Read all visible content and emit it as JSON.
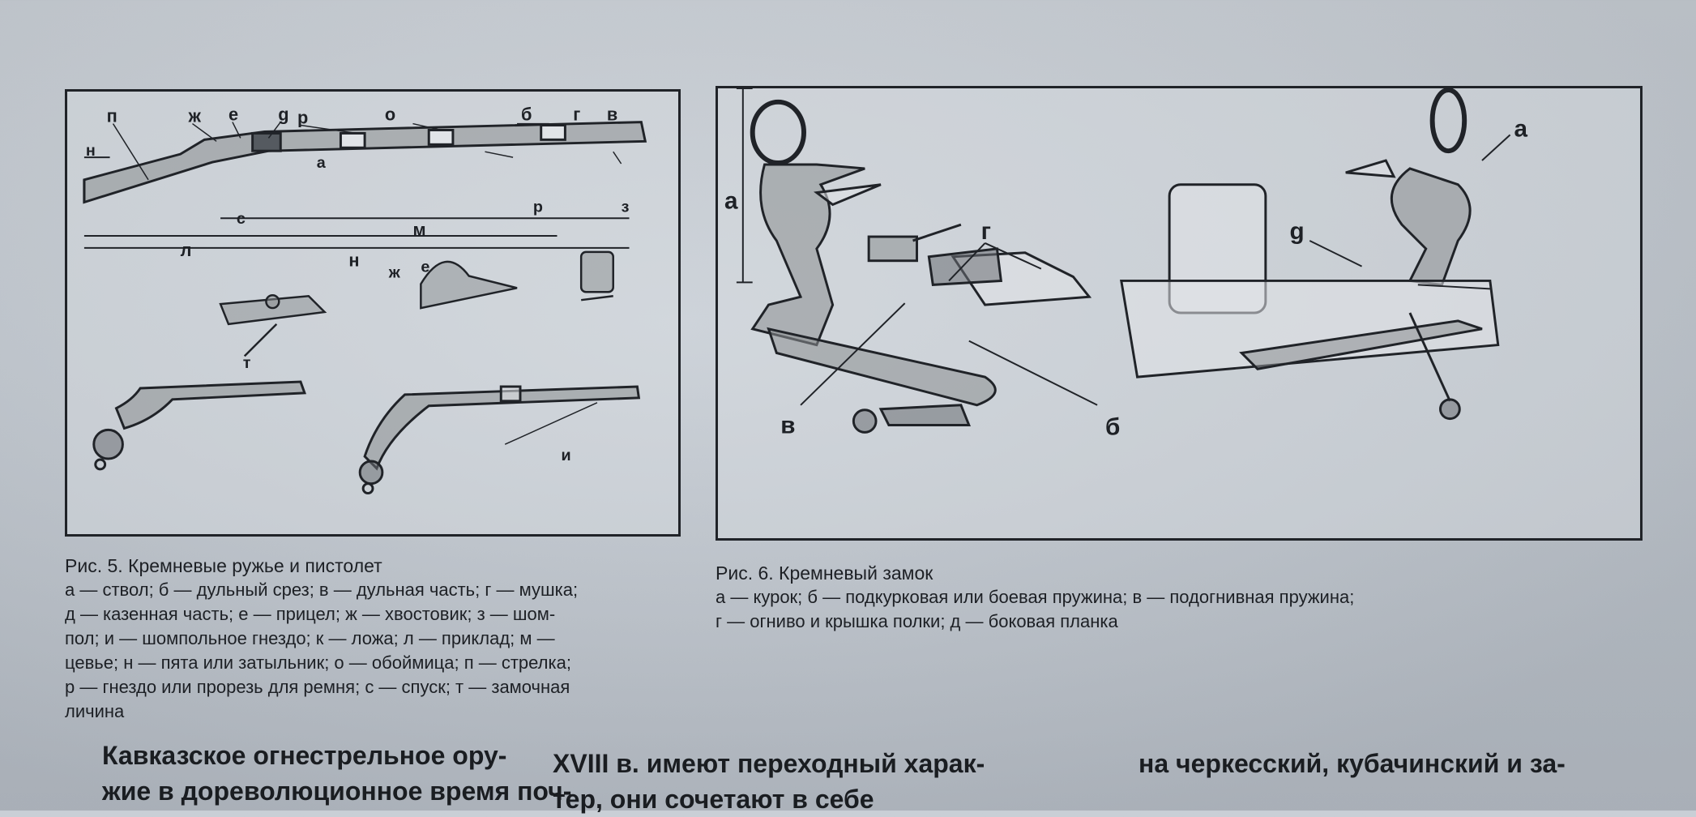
{
  "figure5": {
    "labels": {
      "p": "п",
      "zh": "ж",
      "e": "е",
      "g": "g",
      "r": "р",
      "a": "а",
      "o": "о",
      "b": "б",
      "gh": "г",
      "v": "в",
      "n": "н",
      "c": "с",
      "m": "м",
      "l": "л",
      "z": "з",
      "r2": "р",
      "zh2": "ж",
      "e2": "е",
      "t": "т",
      "i": "и"
    },
    "caption_title": "Рис. 5. Кремневые ружье и пистолет",
    "caption_lines": [
      "а — ствол; б — дульный срез; в — дульная часть; г — мушка;",
      "д — казенная часть; е — прицел; ж — хвостовик; з — шом-",
      "пол; и — шомпольное гнездо; к — ложа; л — приклад; м —",
      "цевье; н — пята или затыльник; о — обоймица; п — стрелка;",
      "р — гнездо или прорезь для ремня; с — спуск; т — замочная",
      "личина"
    ]
  },
  "figure6": {
    "labels": {
      "a_left": "а",
      "g_top": "г",
      "v": "в",
      "b": "б",
      "a_right": "а",
      "g_right": "g"
    },
    "caption_title": "Рис. 6. Кремневый замок",
    "caption_lines": [
      "а — курок; б — подкурковая или боевая пружина; в — подогнивная пружина;",
      "г — огниво и крышка полки; д — боковая планка"
    ]
  },
  "body_text": {
    "col1": [
      "Кавказское огнестрельное ору-",
      "жие в дореволюционное время поч-"
    ],
    "col2": [
      "XVIII в. имеют переходный харак-",
      "тер, они сочетают в себе"
    ],
    "col3": [
      "на черкесский, кубачинский и за-"
    ]
  }
}
